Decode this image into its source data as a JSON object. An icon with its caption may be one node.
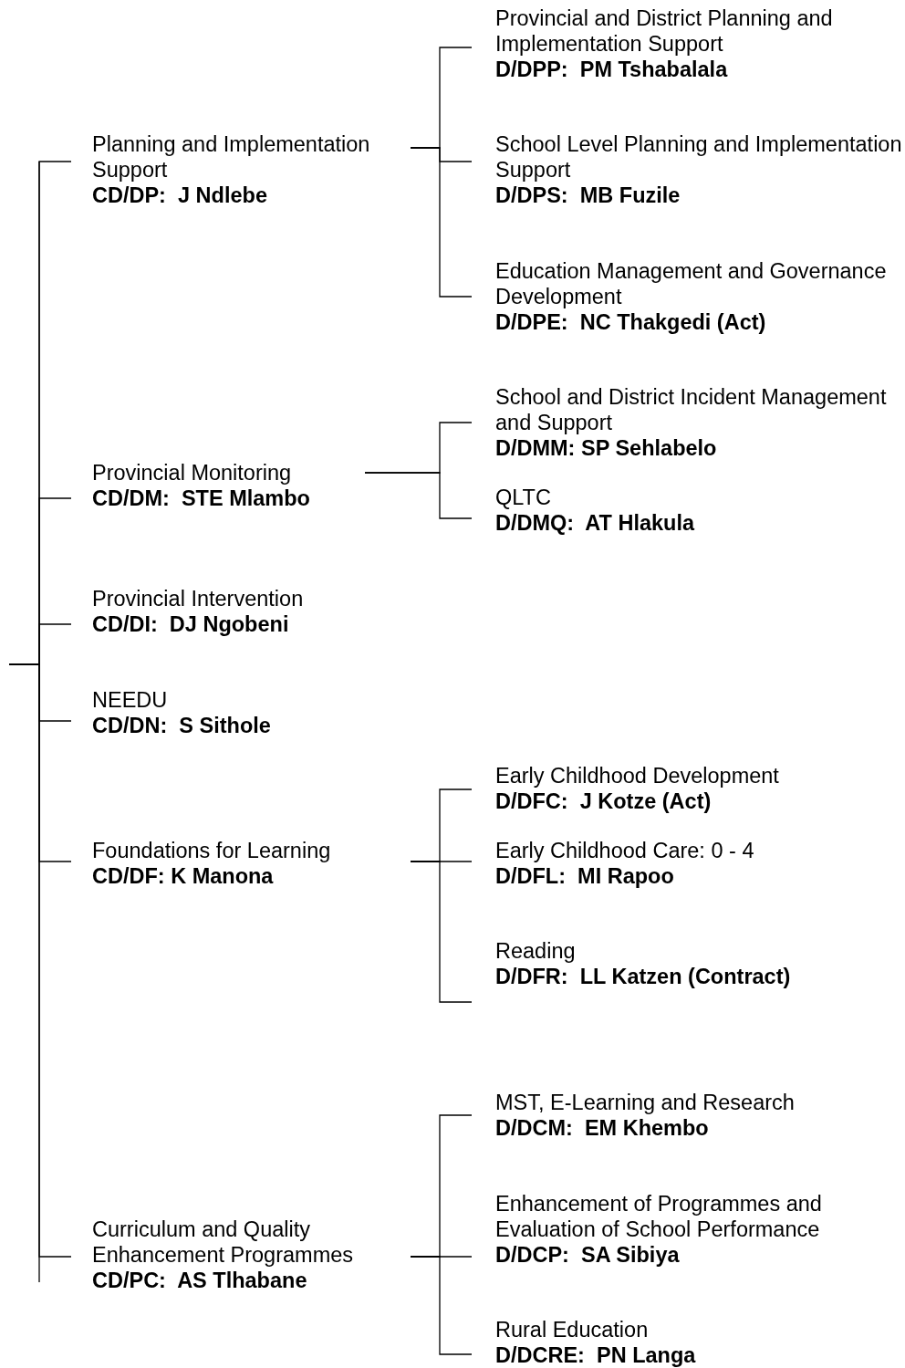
{
  "diagram": {
    "nodes": [
      {
        "text": [
          "Planning and Implementation Support",
          "CD/DP:  J Ndlebe"
        ]
      },
      {
        "text": [
          "Provincial and District Planning and Implementation Support",
          "D/DPP:  PM Tshabalala"
        ]
      },
      {
        "text": [
          "School Level Planning and Implementation Support",
          "D/DPS:  MB Fuzile"
        ]
      },
      {
        "text": [
          "Education Management and Governance Development",
          "D/DPE:  NC Thakgedi (Act)"
        ]
      },
      {
        "text": [
          "Provincial Monitoring",
          "CD/DM:  STE Mlambo"
        ]
      },
      {
        "text": [
          "School and District Incident Management and Support",
          "D/DMM: SP Sehlabelo"
        ]
      },
      {
        "text": [
          "QLTC",
          "D/DMQ:  AT Hlakula"
        ]
      },
      {
        "text": [
          "Provincial Intervention",
          "CD/DI:  DJ Ngobeni"
        ]
      },
      {
        "text": [
          "NEEDU",
          "CD/DN:  S Sithole"
        ]
      },
      {
        "text": [
          "Foundations for Learning",
          "CD/DF: K Manona"
        ]
      },
      {
        "text": [
          "Early Childhood Development",
          "D/DFC:  J Kotze (Act)"
        ]
      },
      {
        "text": [
          "Early Childhood Care: 0 - 4",
          "D/DFL:  MI Rapoo"
        ]
      },
      {
        "text": [
          "Reading",
          "D/DFR:  LL Katzen (Contract)"
        ]
      },
      {
        "text": [
          "Curriculum and Quality Enhancement Programmes",
          "CD/PC:  AS Tlhabane"
        ]
      },
      {
        "text": [
          "MST, E-Learning and Research",
          "D/DCM:  EM Khembo"
        ]
      },
      {
        "text": [
          "Enhancement of Programmes and Evaluation of School Performance",
          "D/DCP:  SA Sibiya"
        ]
      },
      {
        "text": [
          "Rural Education",
          "D/DCRE:  PN Langa"
        ]
      }
    ],
    "edges": [
      {
        "from": null,
        "to": 0,
        "arrow": "none"
      },
      {
        "from": null,
        "to": 4,
        "arrow": "none"
      },
      {
        "from": null,
        "to": 7,
        "arrow": "none"
      },
      {
        "from": null,
        "to": 8,
        "arrow": "none"
      },
      {
        "from": null,
        "to": 9,
        "arrow": "none"
      },
      {
        "from": null,
        "to": 13,
        "arrow": "none"
      },
      {
        "from": 0,
        "to": 1,
        "arrow": "none"
      },
      {
        "from": 0,
        "to": 2,
        "arrow": "none"
      },
      {
        "from": 0,
        "to": 3,
        "arrow": "none"
      },
      {
        "from": 4,
        "to": 5,
        "arrow": "none"
      },
      {
        "from": 4,
        "to": 6,
        "arrow": "none"
      },
      {
        "from": 9,
        "to": 10,
        "arrow": "none"
      },
      {
        "from": 9,
        "to": 11,
        "arrow": "none"
      },
      {
        "from": 9,
        "to": 12,
        "arrow": "none"
      },
      {
        "from": 13,
        "to": 14,
        "arrow": "none"
      },
      {
        "from": 13,
        "to": 15,
        "arrow": "none"
      },
      {
        "from": 13,
        "to": 16,
        "arrow": "none"
      }
    ]
  }
}
